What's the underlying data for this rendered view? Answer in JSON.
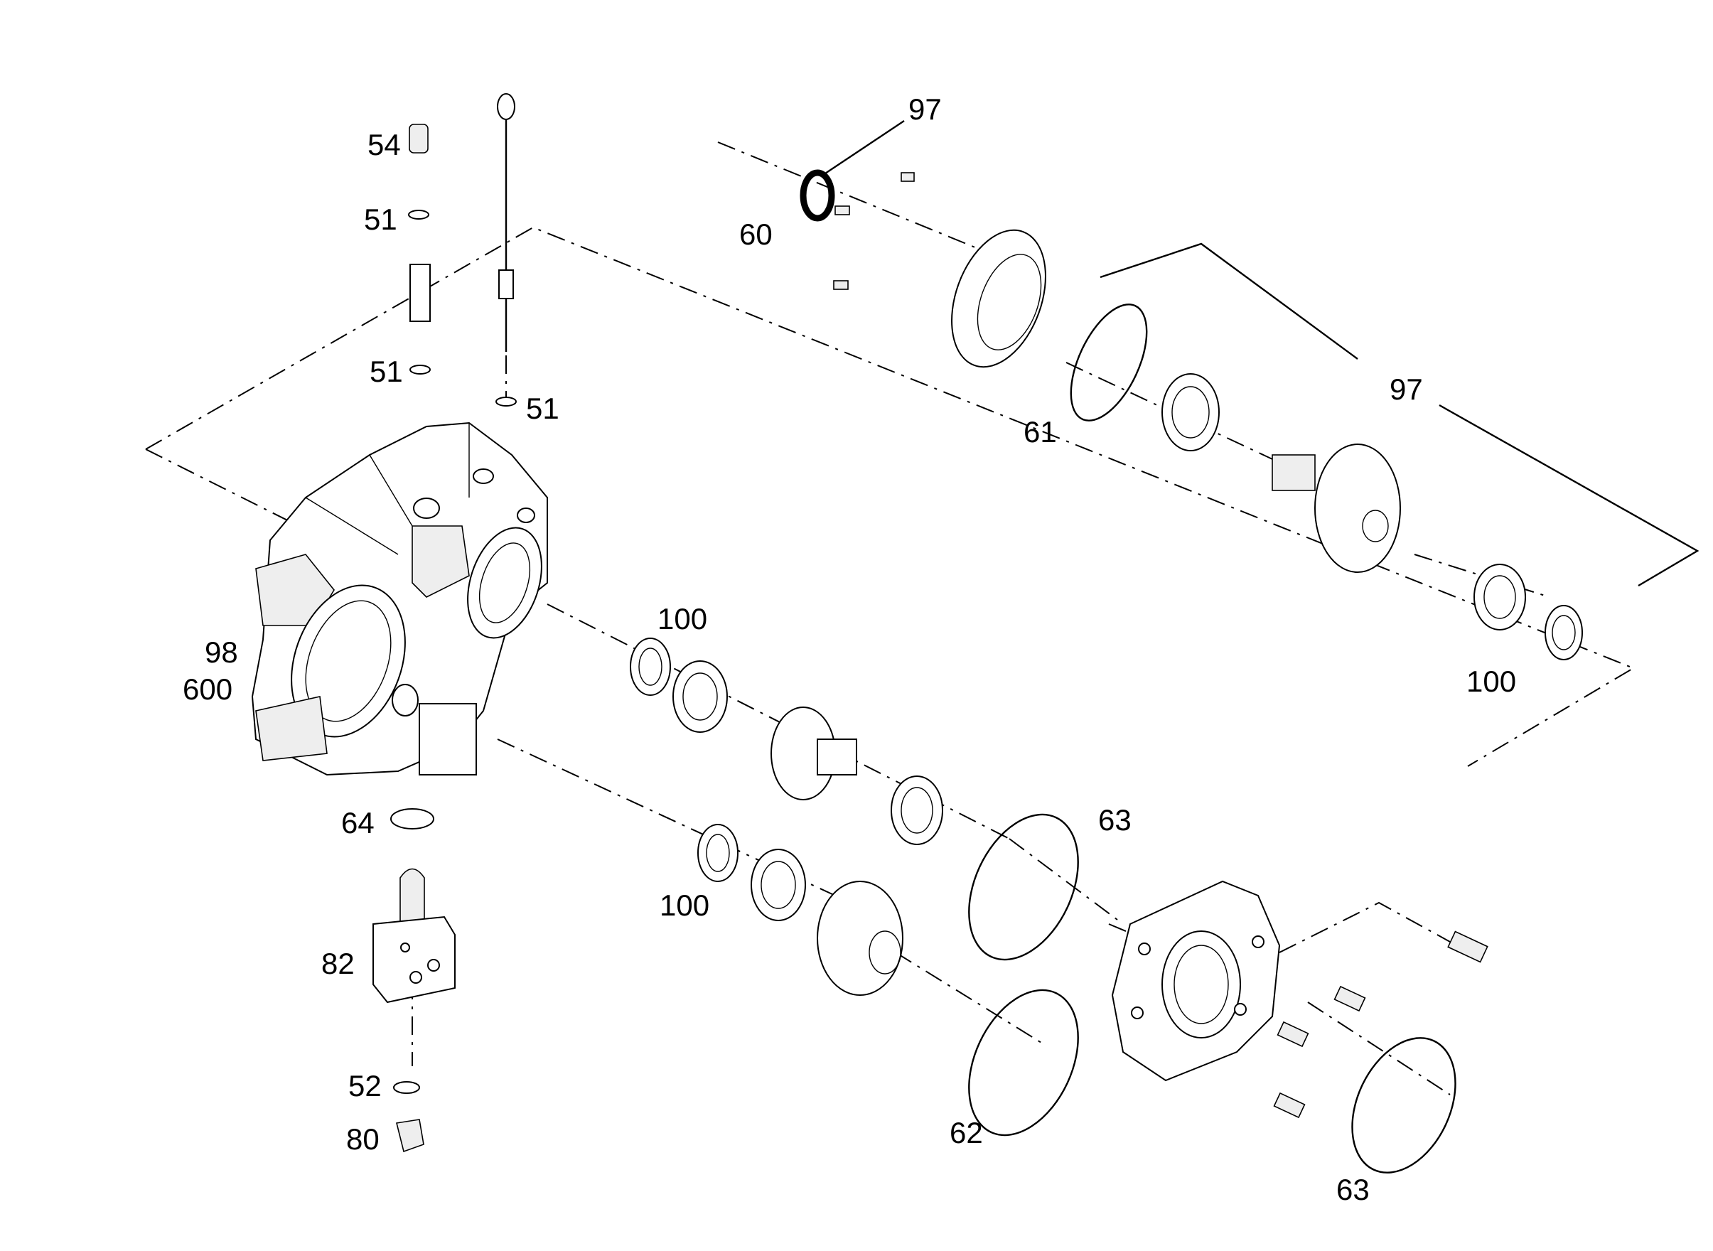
{
  "diagram": {
    "callouts": {
      "c54": "54",
      "c51a": "51",
      "c51b": "51",
      "c51c": "51",
      "c60": "60",
      "c97a": "97",
      "c61": "61",
      "c97b": "97",
      "c100a": "100",
      "c100b": "100",
      "c100c": "100",
      "c98": "98",
      "c600": "600",
      "c64": "64",
      "c82": "82",
      "c52": "52",
      "c80": "80",
      "c63a": "63",
      "c63b": "63",
      "c62": "62"
    }
  }
}
